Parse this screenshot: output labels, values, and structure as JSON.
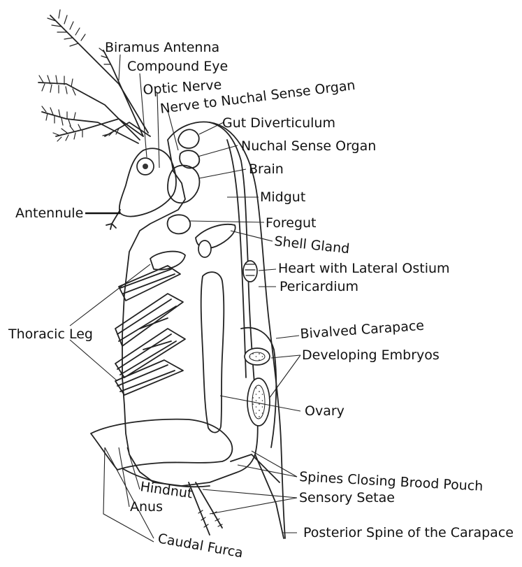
{
  "diagram": {
    "labels": {
      "biramus_antenna": "Biramus Antenna",
      "compound_eye": "Compound Eye",
      "optic_nerve": "Optic Nerve",
      "nerve_to_nuchal": "Nerve to Nuchal Sense Organ",
      "gut_diverticulum": "Gut Diverticulum",
      "nuchal_sense_organ": "Nuchal Sense Organ",
      "brain": "Brain",
      "midgut": "Midgut",
      "antennule": "Antennule",
      "foregut": "Foregut",
      "shell_gland": "Shell Gland",
      "heart": "Heart with Lateral Ostium",
      "pericardium": "Pericardium",
      "thoracic_leg": "Thoracic Leg",
      "bivalved_carapace": "Bivalved Carapace",
      "developing_embryos": "Developing Embryos",
      "ovary": "Ovary",
      "spines_brood_pouch": "Spines Closing Brood Pouch",
      "hindgut": "Hindnut",
      "sensory_setae": "Sensory Setae",
      "anus": "Anus",
      "posterior_spine": "Posterior Spine of the Carapace",
      "caudal_furca": "Caudal Furca"
    }
  }
}
